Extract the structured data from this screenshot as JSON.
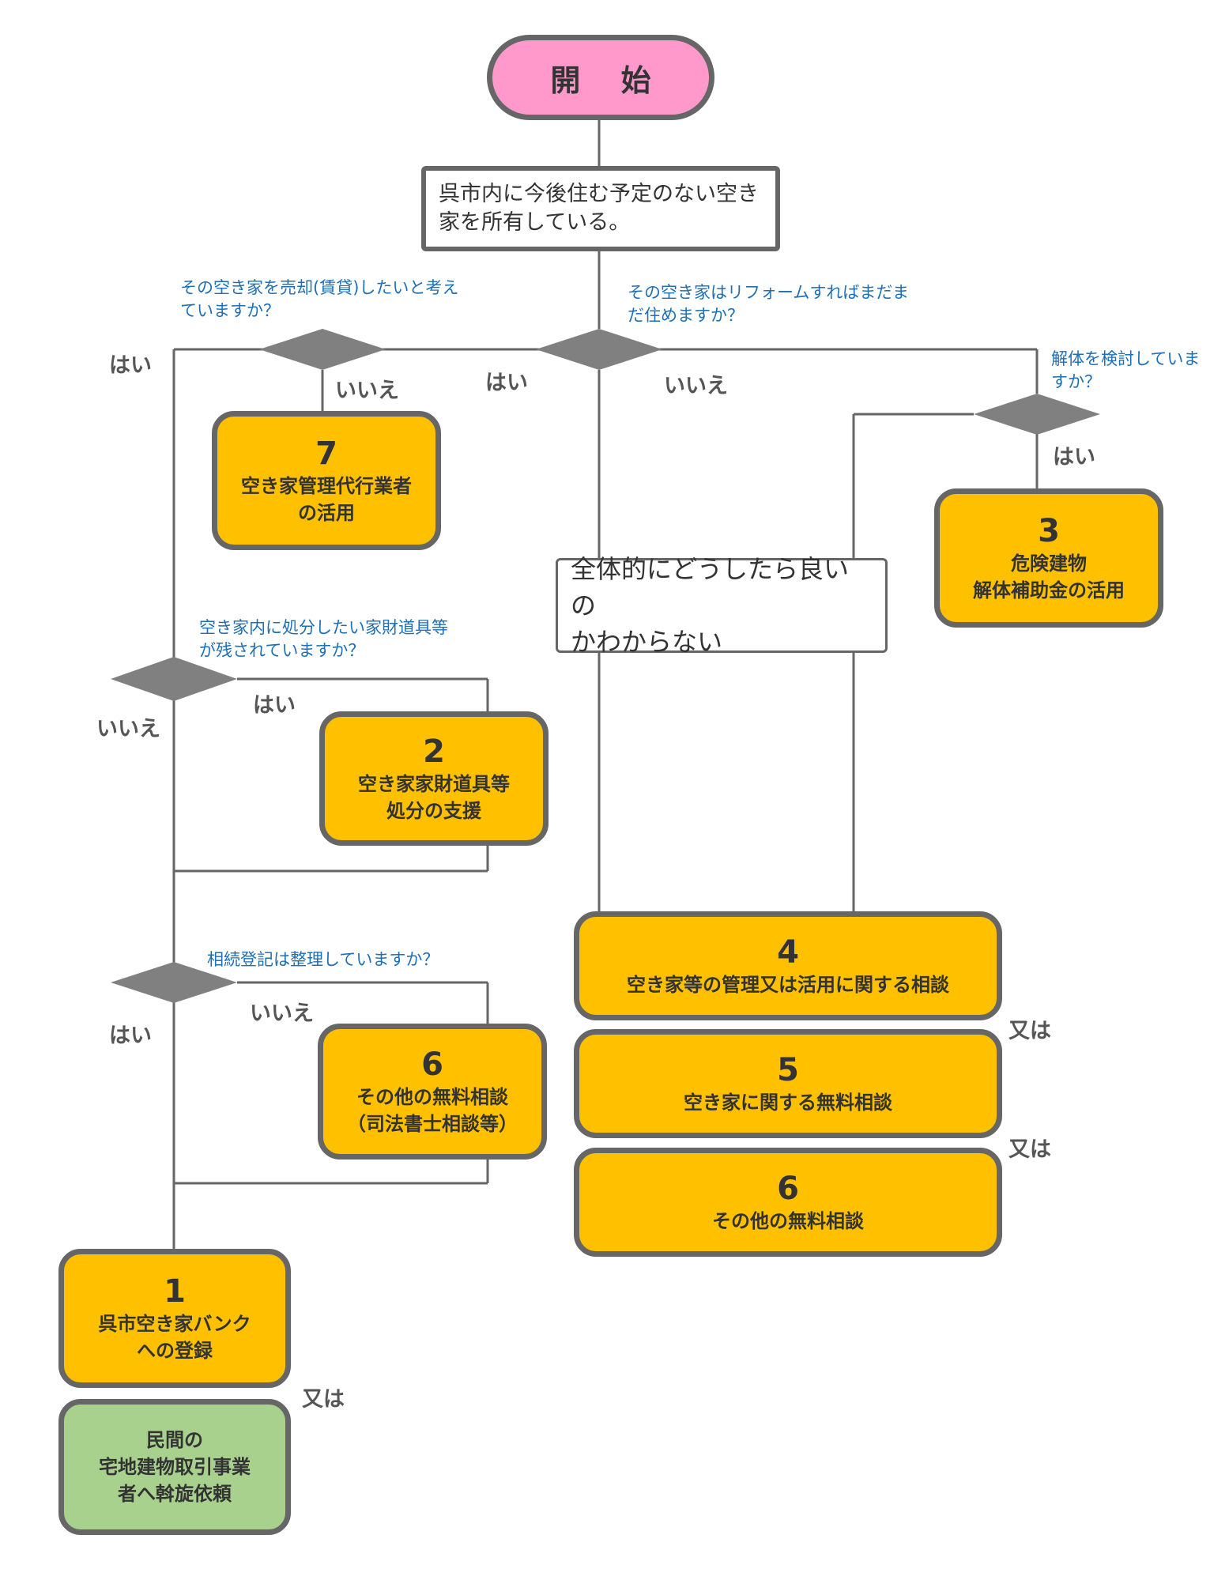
{
  "start": "開 始",
  "question_main": "呉市内に今後住む予定のない空き\n家を所有している。",
  "question_unsure": "全体的にどうしたら良いの\nかわからない",
  "questions": {
    "sell": "その空き家を売却(賃貸)したいと考え\nていますか？",
    "reform": "その空き家はリフォームすればまだま\nだ住めますか？",
    "demolish": "解体を検討していま\nすか？",
    "belongings": "空き家内に処分したい家財道具等\nが残されていますか？",
    "inheritance": "相続登記は整理していますか？"
  },
  "labels": {
    "yes": "はい",
    "no": "いいえ",
    "or": "又は"
  },
  "boxes": {
    "b7": {
      "num": "7",
      "text": "空き家管理代行業者\nの活用"
    },
    "b3": {
      "num": "3",
      "text": "危険建物\n解体補助金の活用"
    },
    "b2": {
      "num": "2",
      "text": "空き家家財道具等\n処分の支援"
    },
    "b4": {
      "num": "4",
      "text": "空き家等の管理又は活用に関する相談"
    },
    "b5": {
      "num": "5",
      "text": "空き家に関する無料相談"
    },
    "b6r": {
      "num": "6",
      "text": "その他の無料相談"
    },
    "b6l": {
      "num": "6",
      "text": "その他の無料相談\n（司法書士相談等）"
    },
    "b1": {
      "num": "1",
      "text": "呉市空き家バンク\nへの登録"
    },
    "green": {
      "text": "民間の\n宅地建物取引事業\n者へ斡旋依頼"
    }
  },
  "colors": {
    "start": "#ff99cc",
    "action": "#ffc000",
    "private": "#a9d18e",
    "question_text": "#1f6fb5",
    "line": "#666666"
  }
}
